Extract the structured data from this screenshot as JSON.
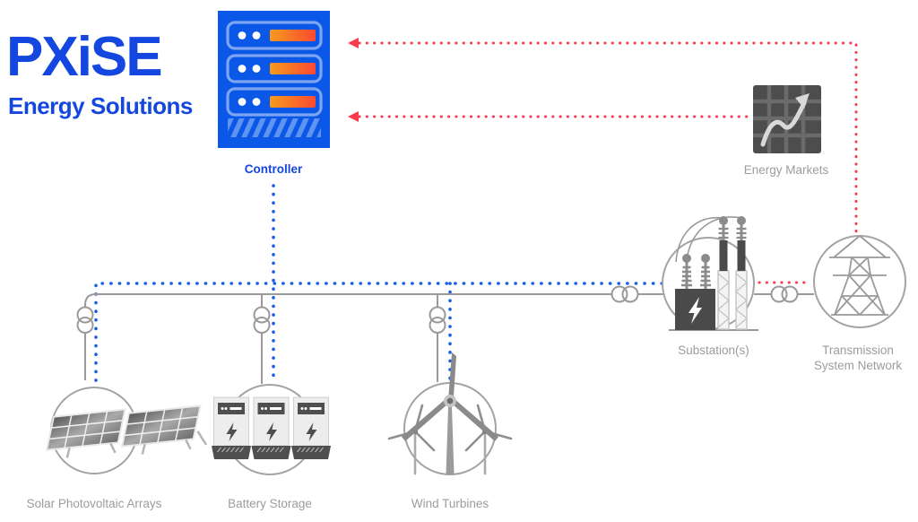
{
  "logo": {
    "title": "PXiSE",
    "subtitle": "Energy Solutions"
  },
  "nodes": {
    "controller": {
      "label": "Controller"
    },
    "energy_markets": {
      "label": "Energy Markets"
    },
    "substation": {
      "label": "Substation(s)"
    },
    "transmission": {
      "label": "Transmission System Network"
    },
    "solar": {
      "label": "Solar Photovoltaic Arrays"
    },
    "battery": {
      "label": "Battery Storage"
    },
    "wind": {
      "label": "Wind Turbines"
    }
  },
  "connections": [
    {
      "from": "energy_markets",
      "to": "controller",
      "style": "red-dotted-arrow"
    },
    {
      "from": "transmission",
      "to": "controller",
      "style": "red-dotted-arrow"
    },
    {
      "from": "controller",
      "to": "solar-battery-wind-bus",
      "style": "blue-dotted"
    },
    {
      "from": "bus",
      "to": "substation",
      "style": "gray-solid-with-transformers"
    },
    {
      "from": "substation",
      "to": "transmission",
      "style": "gray-solid-with-transformer"
    }
  ],
  "colors": {
    "brand_blue": "#1447e0",
    "controller_bg": "#0b57e8",
    "controller_outline": "#7ca6f2",
    "signal_blue": "#1660e8",
    "signal_red": "#fb3a50",
    "bar_gradient_start": "#f69a1e",
    "bar_gradient_end": "#fb4a31",
    "line_gray": "#9a9a9a",
    "label_gray": "#9c9c9c",
    "icon_dark_gray": "#4a4a4a",
    "markets_bg": "#4d4d4d"
  }
}
